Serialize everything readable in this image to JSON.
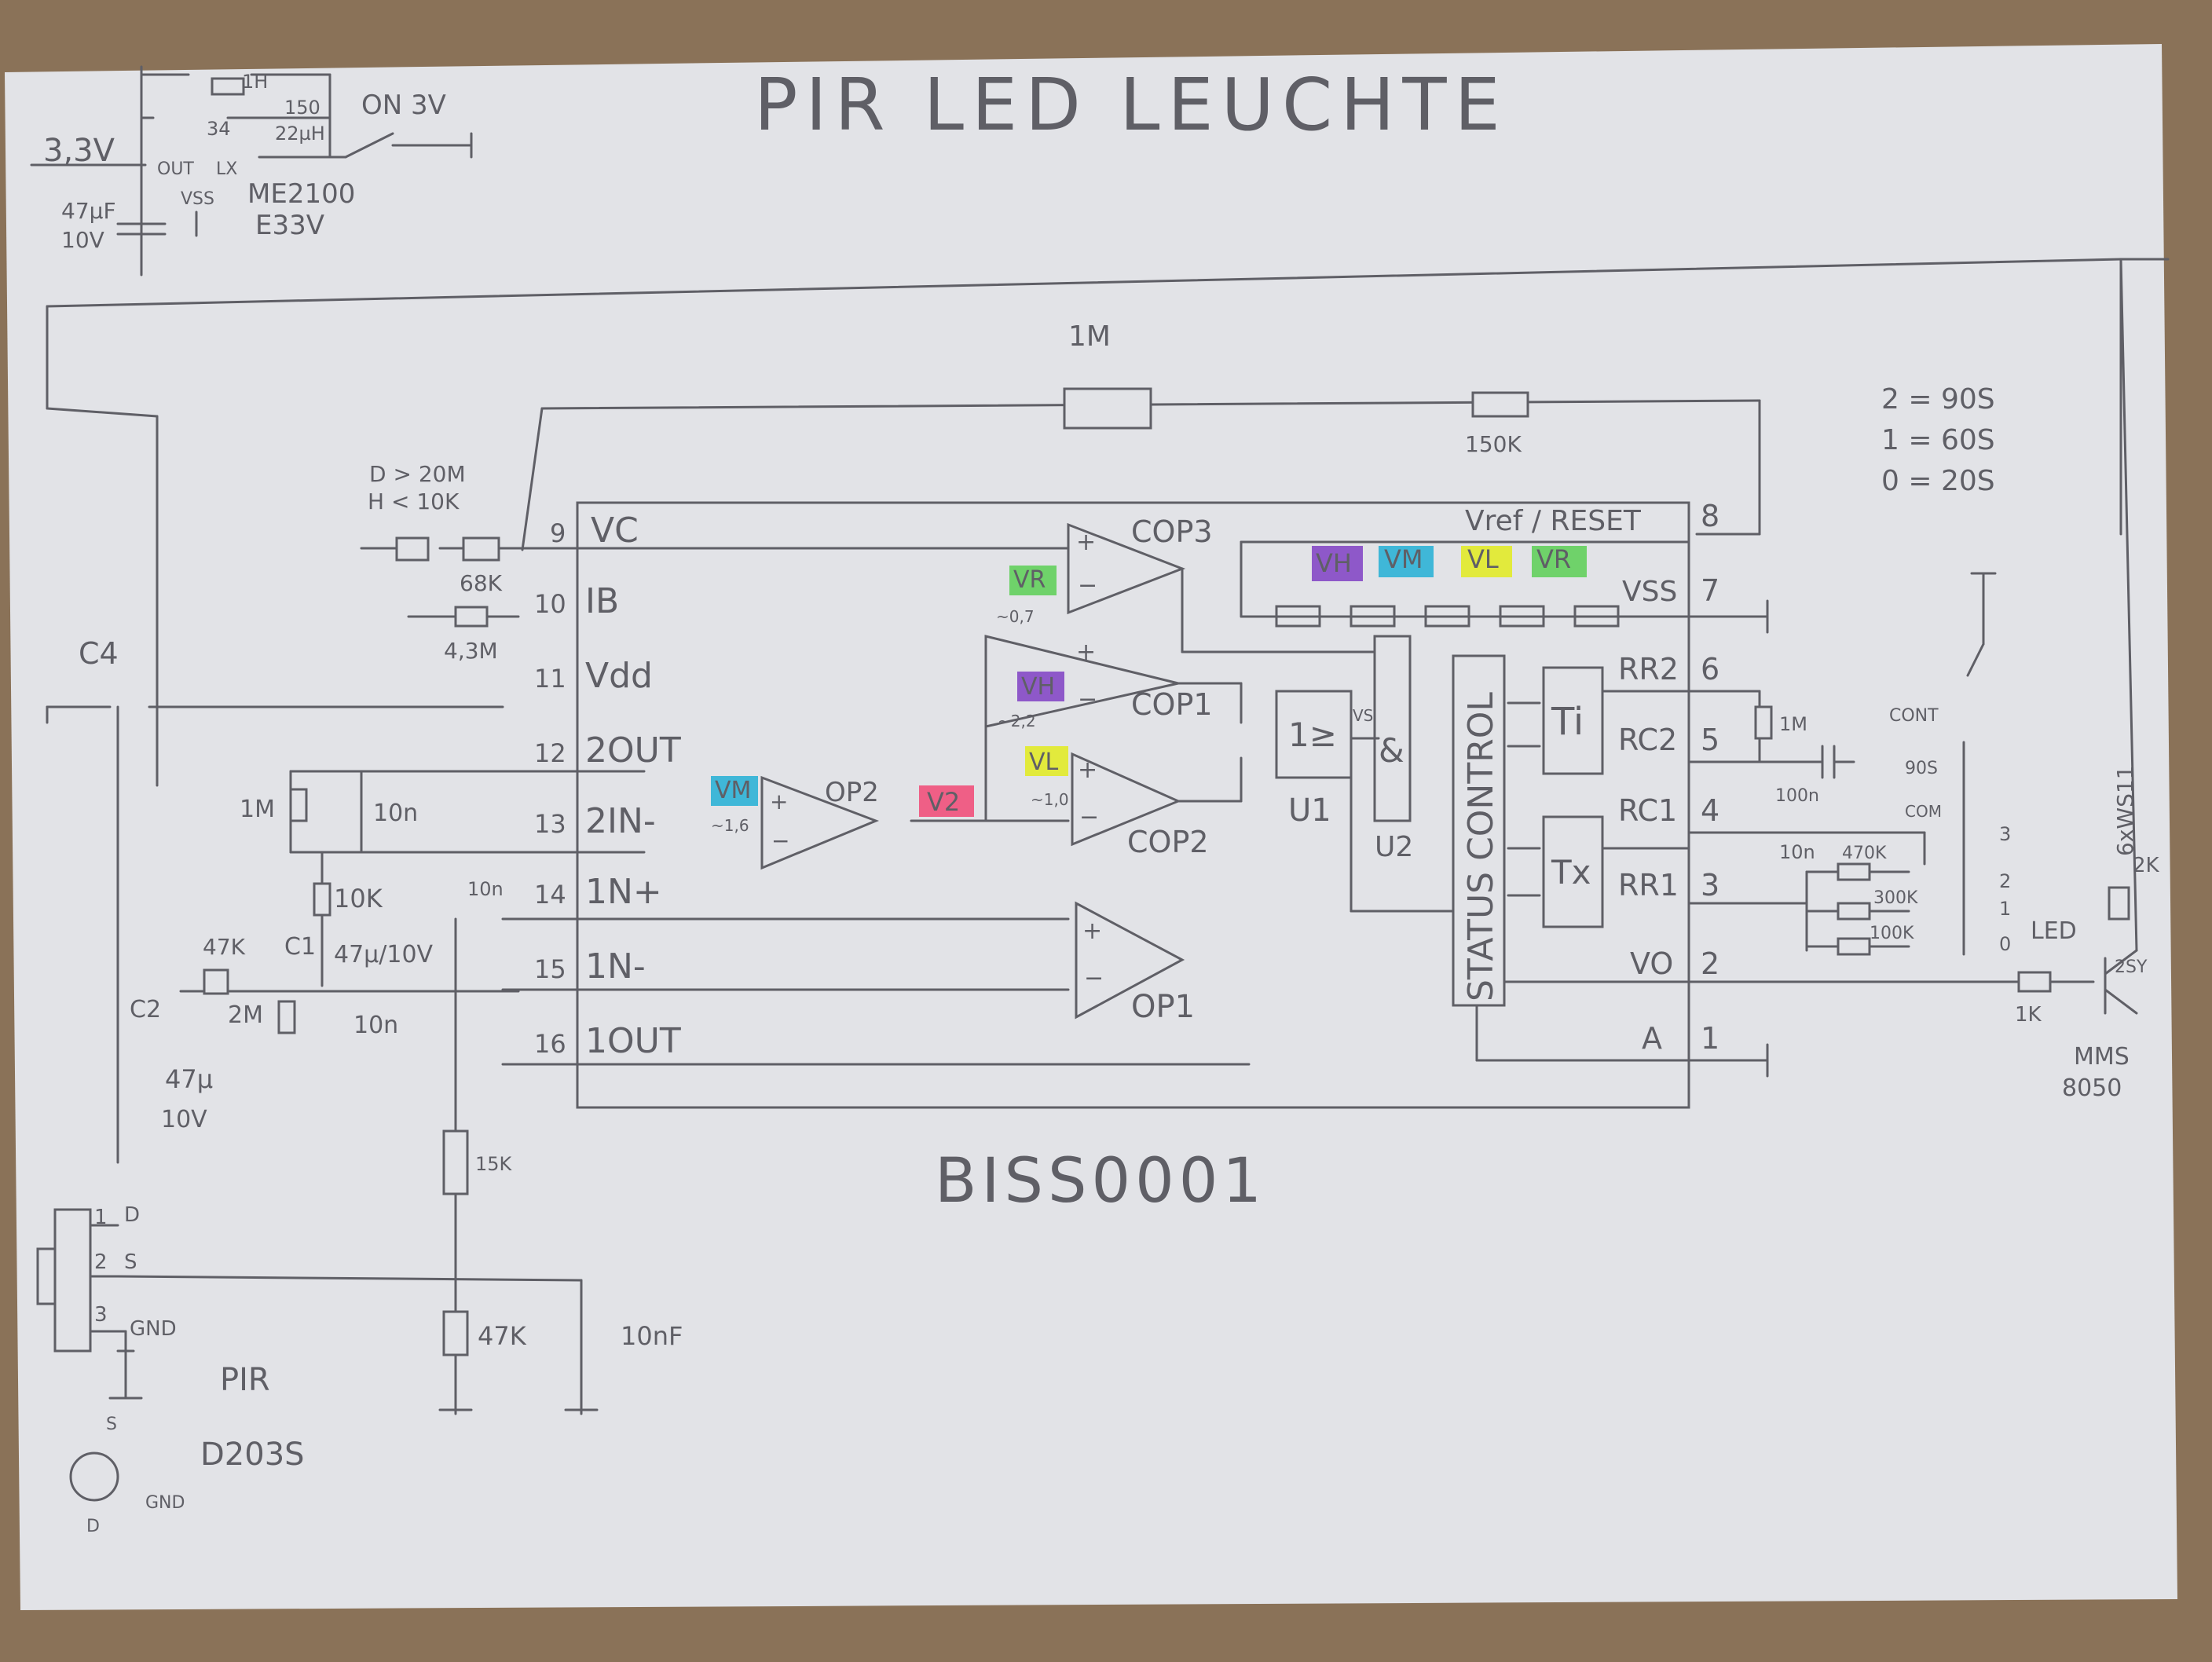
{
  "title": "PIR  LED  LEUCHTE",
  "chip_name": "BISS0001",
  "colors": {
    "paper": "#e2e3e7",
    "pencil": "#5f5f66",
    "desk": "#8a7258",
    "vr": "#6fd26a",
    "vm": "#3fb7d8",
    "vh": "#8e58c9",
    "vl": "#e2ea3c",
    "v2": "#ef5f86"
  },
  "supply": {
    "voltage": "3,3V",
    "switch": "ON  3V",
    "cap": "47µF",
    "cap_v": "10V",
    "regulator_1": "ME2100",
    "regulator_2": "E33V",
    "diode": "34",
    "inductor": "22µH",
    "res": "150",
    "pin_out": "OUT",
    "pin_lx": "LX",
    "pin_vss": "VSS",
    "led_label": "1H"
  },
  "timing": [
    "2 = 90S",
    "1 = 60S",
    "0 = 20S"
  ],
  "pins": [
    {
      "num": "9",
      "name": "VC"
    },
    {
      "num": "10",
      "name": "IB"
    },
    {
      "num": "11",
      "name": "Vdd"
    },
    {
      "num": "12",
      "name": "2OUT"
    },
    {
      "num": "13",
      "name": "2IN-"
    },
    {
      "num": "14",
      "name": "1N+"
    },
    {
      "num": "15",
      "name": "1N-"
    },
    {
      "num": "16",
      "name": "1OUT"
    },
    {
      "num": "8",
      "name": "Vref / RESET"
    },
    {
      "num": "7",
      "name": "VSS"
    },
    {
      "num": "6",
      "name": "RR2"
    },
    {
      "num": "5",
      "name": "RC2"
    },
    {
      "num": "4",
      "name": "RC1"
    },
    {
      "num": "3",
      "name": "RR1"
    },
    {
      "num": "2",
      "name": "VO"
    },
    {
      "num": "1",
      "name": "A"
    }
  ],
  "blocks": {
    "cop3": "COP3",
    "cop1": "COP1",
    "cop2": "COP2",
    "op2": "OP2",
    "op1": "OP1",
    "u1_label": "U1",
    "u1_sym": "1≥",
    "u2_label": "U2",
    "u2_sym": "&",
    "vs": "VS",
    "status": "STATUS CONTROL",
    "ti": "Ti",
    "tx": "Tx",
    "plus": "+",
    "minus": "−"
  },
  "tags": {
    "vh": "VH",
    "vm": "VM",
    "vl": "VL",
    "vr": "VR",
    "v2": "V2",
    "vr_val": "~0,7",
    "vh_val": "~2,2",
    "vl_val": "~1,0",
    "vm_val": "~1,6"
  },
  "components": {
    "r_1m_pot": "1M",
    "r_150k": "150K",
    "ldr_note_1": "D > 20M",
    "ldr_note_2": "H < 10K",
    "r_68k": "68K",
    "r_43m": "4,3M",
    "c4": "C4",
    "r_1m": "1M",
    "c_10n_a": "10n",
    "r_10k": "10K",
    "c_10n_b": "10n",
    "r_47k_a": "47K",
    "c1": "C1",
    "c1_val": "47µ/10V",
    "c2": "C2",
    "r_2m": "2M",
    "c_10n_c": "10n",
    "c2_val": "47µ",
    "c2_v": "10V",
    "r_15k": "15K",
    "r_47k_b": "47K",
    "c_10nf": "10nF",
    "r_1m_b": "1M",
    "c_100n": "100n",
    "c_10n_d": "10n",
    "r_470k": "470K",
    "r_300k": "300K",
    "r_100k": "100K",
    "cont": "CONT",
    "s_90s": "90S",
    "com": "COM",
    "sel_3": "3",
    "sel_2": "2",
    "sel_1": "1",
    "sel_0": "0",
    "led": "LED",
    "r_1k": "1K",
    "r_2k": "2K",
    "led_string": "6xWS11",
    "transistor": "MMS",
    "transistor_2": "8050",
    "tr_pin": "2SY"
  },
  "pir": {
    "pin1": "1",
    "pin1_name": "D",
    "pin2": "2",
    "pin2_name": "S",
    "pin3": "3",
    "pin3_name": "GND",
    "name_1": "PIR",
    "name_2": "D203S",
    "foot_s": "S",
    "foot_d": "D",
    "foot_gnd": "GND"
  }
}
